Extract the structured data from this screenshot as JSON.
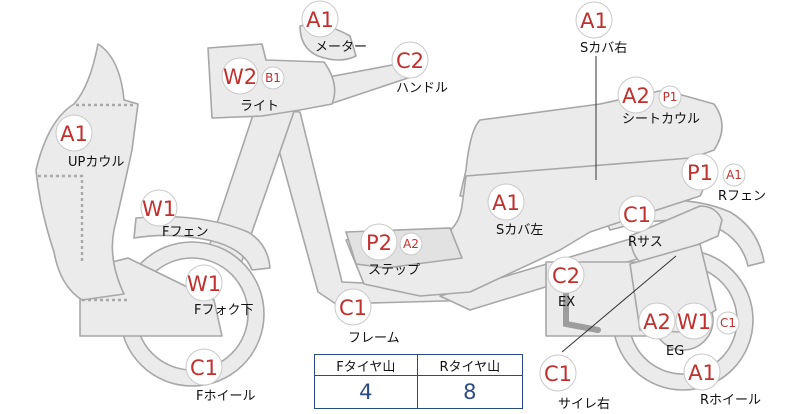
{
  "parts": [
    {
      "id": "meter",
      "label": "メーター",
      "codes": [
        "A1"
      ]
    },
    {
      "id": "handle",
      "label": "ハンドル",
      "codes": [
        "C2"
      ]
    },
    {
      "id": "light",
      "label": "ライト",
      "codes": [
        "W2",
        "B1"
      ]
    },
    {
      "id": "side-cover-right",
      "label": "Sカバ右",
      "codes": [
        "A1"
      ]
    },
    {
      "id": "seat-cowl",
      "label": "シートカウル",
      "codes": [
        "A2",
        "P1"
      ]
    },
    {
      "id": "up-cowl",
      "label": "UPカウル",
      "codes": [
        "A1"
      ]
    },
    {
      "id": "rear-fender",
      "label": "Rフェン",
      "codes": [
        "P1",
        "A1"
      ]
    },
    {
      "id": "front-fender",
      "label": "Fフェン",
      "codes": [
        "W1"
      ]
    },
    {
      "id": "side-cover-left",
      "label": "Sカバ左",
      "codes": [
        "A1"
      ]
    },
    {
      "id": "rear-suspension",
      "label": "Rサス",
      "codes": [
        "C1"
      ]
    },
    {
      "id": "step",
      "label": "ステップ",
      "codes": [
        "P2",
        "A2"
      ]
    },
    {
      "id": "exhaust",
      "label": "EX",
      "codes": [
        "C2"
      ]
    },
    {
      "id": "front-fork-lower",
      "label": "Fフォク下",
      "codes": [
        "W1"
      ]
    },
    {
      "id": "frame",
      "label": "フレーム",
      "codes": [
        "C1"
      ]
    },
    {
      "id": "engine",
      "label": "EG",
      "codes": [
        "A2",
        "W1",
        "C1"
      ]
    },
    {
      "id": "front-wheel",
      "label": "Fホイール",
      "codes": [
        "C1"
      ]
    },
    {
      "id": "silencer-right",
      "label": "サイレ右",
      "codes": [
        "C1"
      ]
    },
    {
      "id": "rear-wheel",
      "label": "Rホイール",
      "codes": [
        "A1"
      ]
    }
  ],
  "tire_table": {
    "headers": [
      "Fタイヤ山",
      "Rタイヤ山"
    ],
    "values": [
      "4",
      "8"
    ]
  }
}
